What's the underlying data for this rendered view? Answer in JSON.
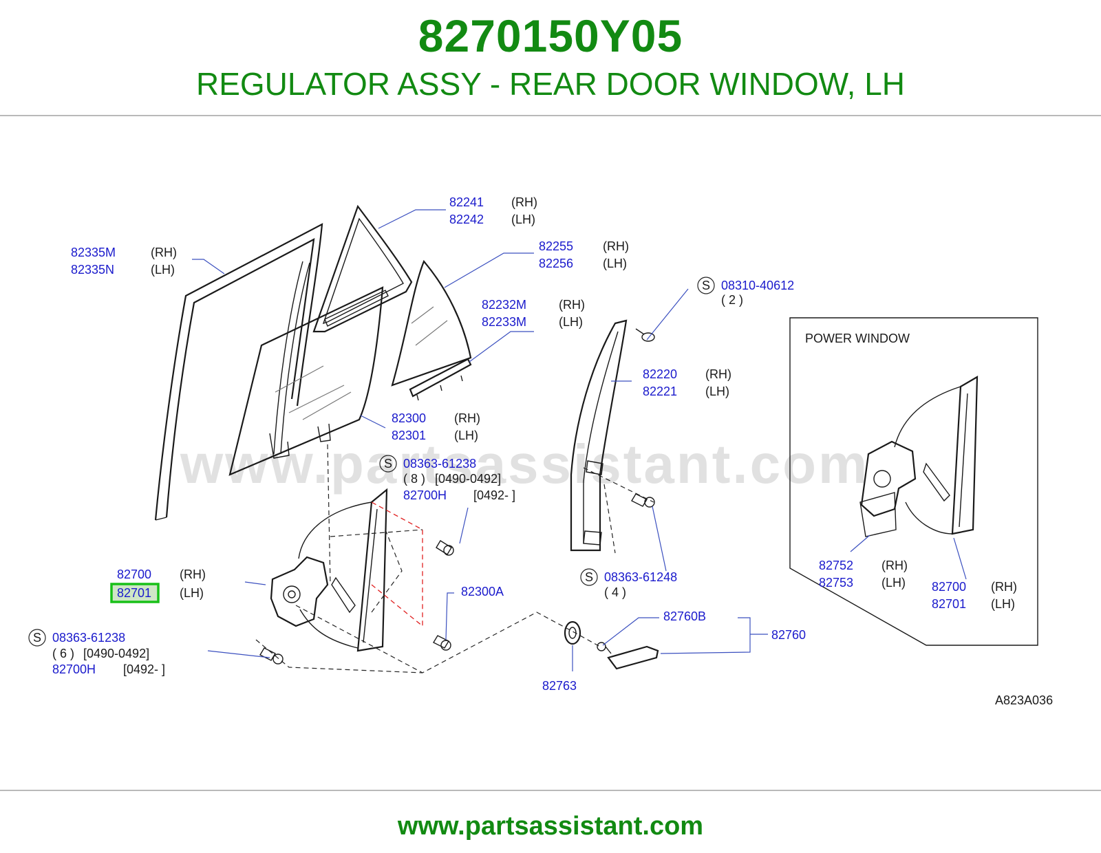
{
  "header": {
    "part_number": "8270150Y05",
    "description": "REGULATOR ASSY - REAR DOOR WINDOW, LH"
  },
  "diagram": {
    "watermark": "www.partsassistant.com",
    "code": "A823A036",
    "inset_title": "POWER   WINDOW",
    "highlight_color": "#18c018",
    "callouts": {
      "c82335": {
        "pn1": "82335M",
        "s1": "(RH)",
        "pn2": "82335N",
        "s2": "(LH)"
      },
      "c82241": {
        "pn1": "82241",
        "s1": "(RH)",
        "pn2": "82242",
        "s2": "(LH)"
      },
      "c82255": {
        "pn1": "82255",
        "s1": "(RH)",
        "pn2": "82256",
        "s2": "(LH)"
      },
      "c82232": {
        "pn1": "82232M",
        "s1": "(RH)",
        "pn2": "82233M",
        "s2": "(LH)"
      },
      "c82220": {
        "pn1": "82220",
        "s1": "(RH)",
        "pn2": "82221",
        "s2": "(LH)"
      },
      "c82300": {
        "pn1": "82300",
        "s1": "(RH)",
        "pn2": "82301",
        "s2": "(LH)"
      },
      "c82700": {
        "pn1": "82700",
        "s1": "(RH)",
        "pn2": "82701",
        "s2": "(LH)"
      },
      "c82752": {
        "pn1": "82752",
        "s1": "(RH)",
        "pn2": "82753",
        "s2": "(LH)"
      },
      "c82700i": {
        "pn1": "82700",
        "s1": "(RH)",
        "pn2": "82701",
        "s2": "(LH)"
      },
      "s08310": {
        "mark": "S",
        "pn": "08310-40612",
        "qty": "(  2  )"
      },
      "s08363a": {
        "mark": "S",
        "pn": "08363-61238",
        "qty": "(  8  )",
        "range": "[0490-0492]",
        "alt_pn": "82700H",
        "alt_range": "[0492-    ]"
      },
      "s08363b": {
        "mark": "S",
        "pn": "08363-61238",
        "qty": "(  6  )",
        "range": "[0490-0492]",
        "alt_pn": "82700H",
        "alt_range": "[0492-    ]"
      },
      "s08363c": {
        "mark": "S",
        "pn": "08363-61248",
        "qty": "(  4  )"
      },
      "p82300A": "82300A",
      "p82760B": "82760B",
      "p82760": "82760",
      "p82763": "82763"
    }
  },
  "footer": {
    "url": "www.partsassistant.com"
  }
}
